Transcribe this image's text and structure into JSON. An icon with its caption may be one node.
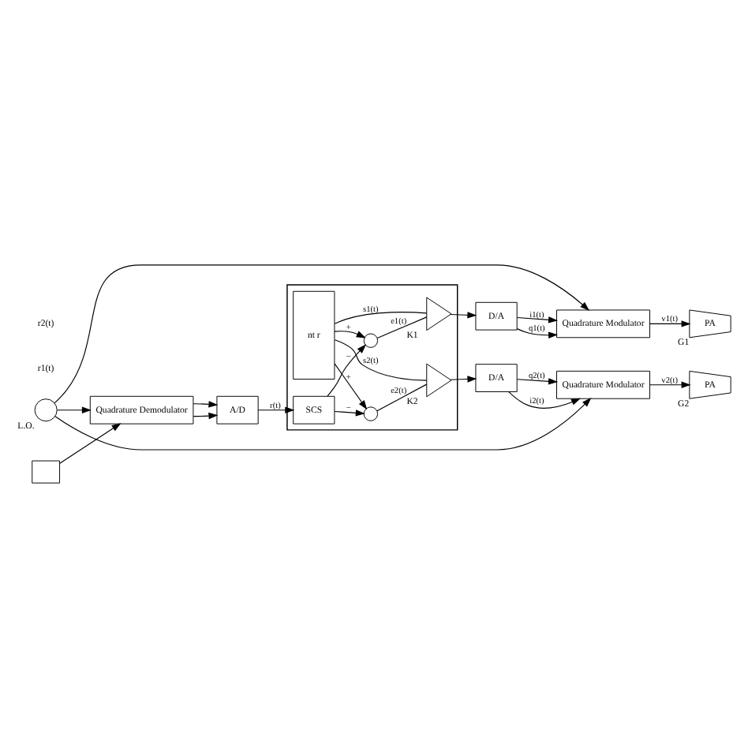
{
  "diagram": {
    "nodes": [
      {
        "text": [],
        "shape": "box"
      },
      {
        "text": [
          "nt r"
        ],
        "in": 0
      },
      {
        "text": [],
        "shape": "circle",
        "in": 0
      },
      {
        "text": [],
        "shape": "triangle",
        "in": 0,
        "beside": [
          "K1"
        ]
      },
      {
        "text": [],
        "shape": "triangle",
        "in": 0,
        "beside": [
          "K2"
        ]
      },
      {
        "text": [],
        "shape": "circle",
        "in": 0
      },
      {
        "text": [
          "SCS"
        ],
        "in": 0
      },
      {
        "text": [
          "D/A"
        ]
      },
      {
        "text": [
          "D/A"
        ]
      },
      {
        "text": [
          "Quadrature Modulator"
        ]
      },
      {
        "text": [
          "Quadrature Modulator"
        ]
      },
      {
        "text": [
          "PA"
        ],
        "beside": [
          "G1"
        ]
      },
      {
        "text": [
          "PA"
        ],
        "beside": [
          "G2"
        ]
      },
      {
        "text": [],
        "shape": "circle",
        "beside": [
          "L.O."
        ]
      },
      {
        "text": [
          "Quadrature Demodulator"
        ]
      },
      {
        "text": [
          "A/D"
        ]
      },
      {
        "text": [],
        "shape": "box"
      }
    ],
    "edges": [
      {
        "from": 1,
        "to": 2,
        "arrow": "to",
        "label": "+"
      },
      {
        "from": 6,
        "to": 2,
        "arrow": "to",
        "label": "−"
      },
      {
        "from": 2,
        "to": 3,
        "arrow": "none",
        "label": "e1(t)"
      },
      {
        "from": 1,
        "to": 3,
        "arrow": "none",
        "label": "s1(t)"
      },
      {
        "from": 1,
        "to": 4,
        "arrow": "none",
        "label": "s2(t)"
      },
      {
        "from": 1,
        "to": 5,
        "arrow": "to",
        "label": "+"
      },
      {
        "from": 6,
        "to": 5,
        "arrow": "to",
        "label": "−"
      },
      {
        "from": 5,
        "to": 4,
        "arrow": "none",
        "label": "e2(t)"
      },
      {
        "from": 3,
        "to": 7,
        "arrow": "to"
      },
      {
        "from": 4,
        "to": 8,
        "arrow": "to"
      },
      {
        "from": 7,
        "to": 9,
        "arrow": "to",
        "label": "i1(t)"
      },
      {
        "from": 7,
        "to": 9,
        "arrow": "to",
        "label": "q1(t)"
      },
      {
        "from": 8,
        "to": 10,
        "arrow": "to",
        "label": "i2(t)"
      },
      {
        "from": 8,
        "to": 10,
        "arrow": "to",
        "label": "q2(t)"
      },
      {
        "from": 9,
        "to": 11,
        "arrow": "to",
        "label": "v1(t)"
      },
      {
        "from": 10,
        "to": 12,
        "arrow": "to",
        "label": "v2(t)"
      },
      {
        "from": 13,
        "to": 9,
        "arrow": "to"
      },
      {
        "from": 13,
        "to": 10,
        "arrow": "to"
      },
      {
        "from": 13,
        "to": 14,
        "arrow": "to"
      },
      {
        "from": 16,
        "to": 14,
        "arrow": "to"
      },
      {
        "from": 14,
        "to": 15,
        "arrow": "to"
      },
      {
        "from": 14,
        "to": 15,
        "arrow": "to"
      },
      {
        "from": 15,
        "to": 6,
        "arrow": "to",
        "label": "r(t)"
      }
    ],
    "labels": [
      "r1(t)",
      "r2(t)"
    ]
  }
}
